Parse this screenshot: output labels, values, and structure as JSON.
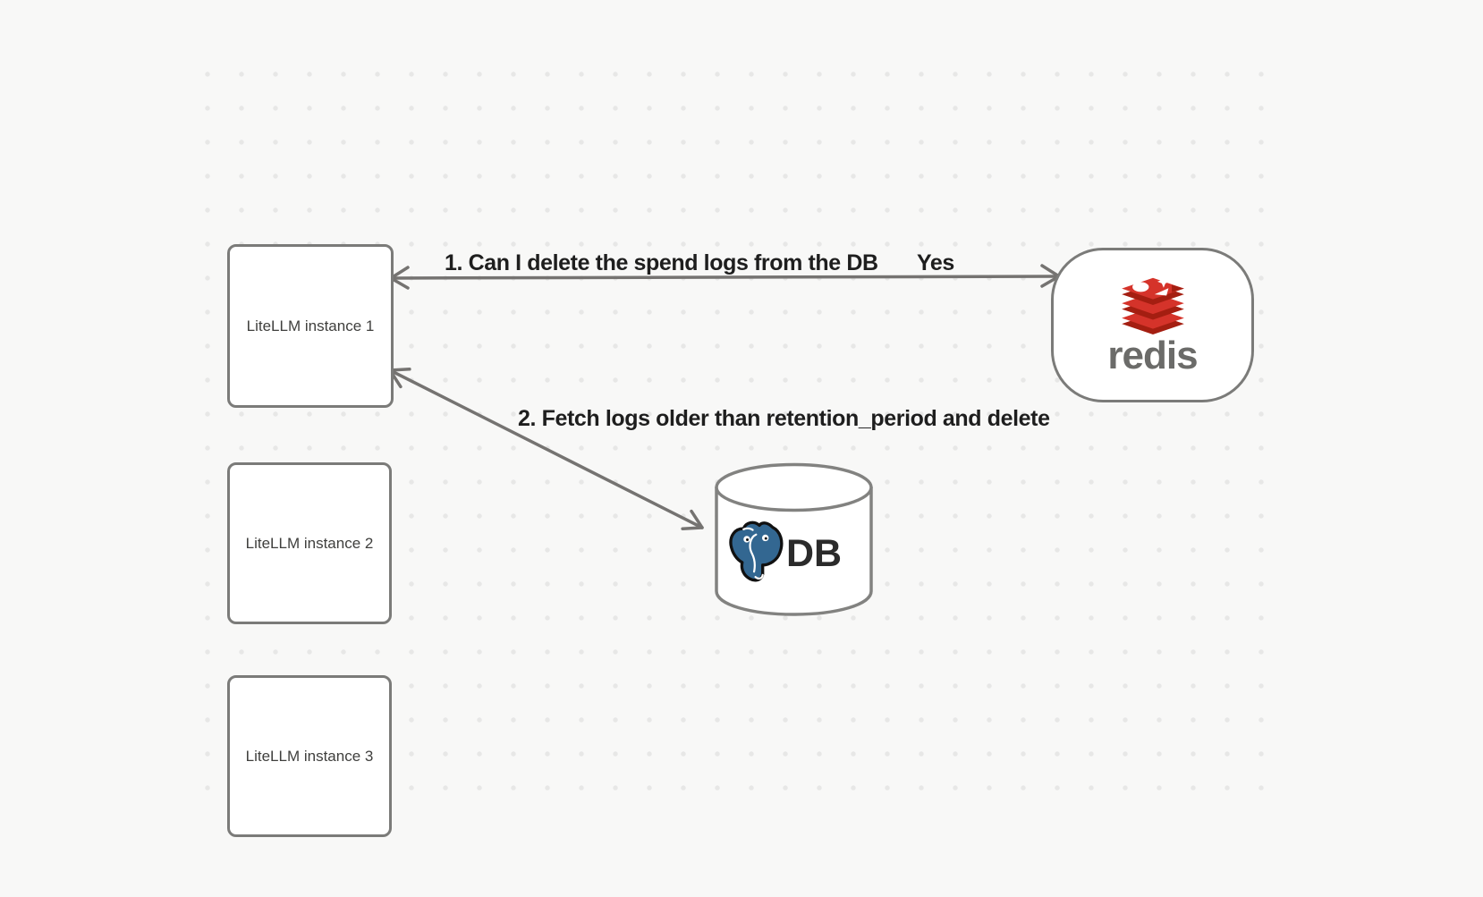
{
  "page": {
    "background_color": "#f8f8f7",
    "dot_grid_color": "#e7e7e6"
  },
  "nodes": {
    "instances": [
      {
        "label": "LiteLLM instance 1"
      },
      {
        "label": "LiteLLM instance 2"
      },
      {
        "label": "LiteLLM instance 3"
      }
    ],
    "redis": {
      "wordmark": "redis"
    },
    "db": {
      "label": "DB"
    }
  },
  "edges": {
    "edge1": {
      "label": "1.  Can I delete the spend logs from the DB",
      "reply": "Yes",
      "from": "redis",
      "to": "LiteLLM instance 1",
      "style": "double-arrow"
    },
    "edge2": {
      "label": "2.  Fetch logs older than retention_period and delete",
      "from": "LiteLLM instance 1",
      "to": "DB",
      "style": "double-arrow"
    }
  },
  "icons": {
    "redis_logo": "redis-stack-logo",
    "postgres_logo": "postgresql-elephant-logo",
    "db_shape": "database-cylinder"
  },
  "colors": {
    "redis_red": "#d5332a",
    "redis_dark_red": "#a41e11",
    "postgres_blue": "#336791",
    "edge_gray": "#757371",
    "node_border_gray": "#7b7b79"
  }
}
